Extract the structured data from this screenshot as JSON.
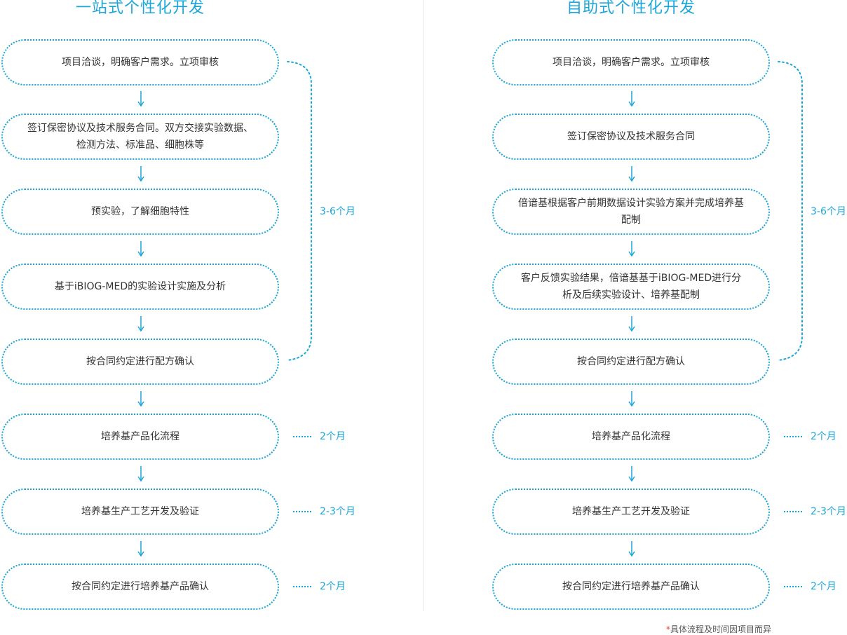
{
  "accent_color": "#1ba6d8",
  "left": {
    "title": "一站式个性化开发",
    "steps": [
      "项目洽谈，明确客户需求。立项审核",
      "签订保密协议及技术服务合同。双方交接实验数据、检测方法、标准品、细胞株等",
      "预实验，了解细胞特性",
      "基于iBIOG-MED的实验设计实施及分析",
      "按合同约定进行配方确认",
      "培养基产品化流程",
      "培养基生产工艺开发及验证",
      "按合同约定进行培养基产品确认"
    ],
    "durations": {
      "group": "3-6个月",
      "step6": "2个月",
      "step7": "2-3个月",
      "step8": "2个月"
    }
  },
  "right": {
    "title": "自助式个性化开发",
    "steps": [
      "项目洽谈，明确客户需求。立项审核",
      "签订保密协议及技术服务合同",
      "倍谙基根据客户前期数据设计实验方案并完成培养基配制",
      "客户反馈实验结果，倍谙基基于iBIOG-MED进行分析及后续实验设计、培养基配制",
      "按合同约定进行配方确认",
      "培养基产品化流程",
      "培养基生产工艺开发及验证",
      "按合同约定进行培养基产品确认"
    ],
    "durations": {
      "group": "3-6个月",
      "step6": "2个月",
      "step7": "2-3个月",
      "step8": "2个月"
    }
  },
  "footnote": {
    "star": "*",
    "text": "具体流程及时间因项目而异"
  }
}
